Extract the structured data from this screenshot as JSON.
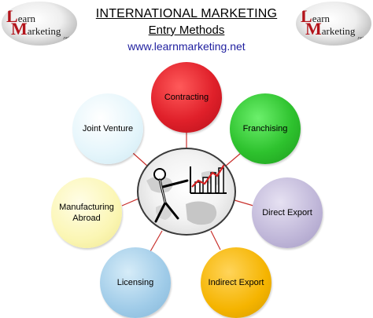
{
  "header": {
    "title": "INTERNATIONAL MARKETING",
    "subtitle": "Entry Methods",
    "url": "www.learnmarketing.net"
  },
  "logo": {
    "line1": "Learn",
    "line2": "Marketing",
    "suffix": ".net"
  },
  "colors": {
    "contracting": "#e0202a",
    "franchising": "#2ec22e",
    "direct_export": "#bfb6d8",
    "indirect_export": "#f5b400",
    "licensing": "#9fcbe8",
    "manufacturing_abroad": "#fbf6b4",
    "joint_venture": "#e4f5fb",
    "connector": "#c9302c",
    "hub_border": "#3a3a3a"
  },
  "nodes": {
    "contracting": "Contracting",
    "franchising": "Franchising",
    "direct_export": "Direct Export",
    "indirect_export": "Indirect Export",
    "licensing": "Licensing",
    "manufacturing_abroad": "Manufacturing Abroad",
    "joint_venture": "Joint Venture"
  },
  "hub": {
    "icon": "stick-figure-chart-globe-icon"
  }
}
